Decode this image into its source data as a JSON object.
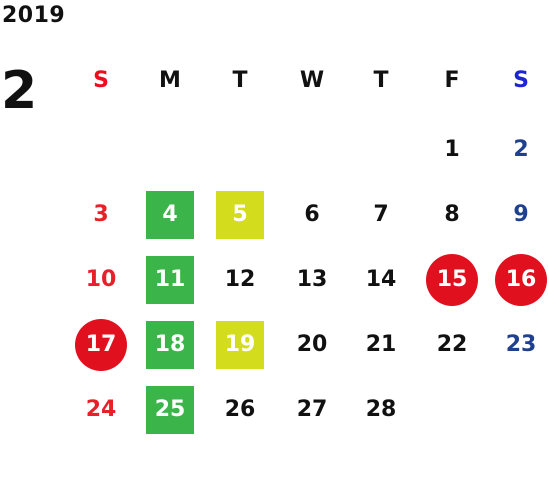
{
  "year": "2019",
  "month": "2",
  "weekdays": [
    {
      "label": "S",
      "color": "#e8101e"
    },
    {
      "label": "M",
      "color": "#111111"
    },
    {
      "label": "T",
      "color": "#111111"
    },
    {
      "label": "W",
      "color": "#111111"
    },
    {
      "label": "T",
      "color": "#111111"
    },
    {
      "label": "F",
      "color": "#111111"
    },
    {
      "label": "S",
      "color": "#1d24d6"
    }
  ],
  "colors": {
    "sunday_text": "#e8202a",
    "saturday_text": "#1f3f8f",
    "weekday_text": "#111111",
    "green_marker": "#3bb44a",
    "yellow_marker": "#d4dc1e",
    "red_marker": "#e0101e",
    "marker_text": "#ffffff"
  },
  "days": [
    {
      "day": "1",
      "week": 0,
      "weekday": 5,
      "mark": null
    },
    {
      "day": "2",
      "week": 0,
      "weekday": 6,
      "mark": null
    },
    {
      "day": "3",
      "week": 1,
      "weekday": 0,
      "mark": null
    },
    {
      "day": "4",
      "week": 1,
      "weekday": 1,
      "mark": "green"
    },
    {
      "day": "5",
      "week": 1,
      "weekday": 2,
      "mark": "yellow"
    },
    {
      "day": "6",
      "week": 1,
      "weekday": 3,
      "mark": null
    },
    {
      "day": "7",
      "week": 1,
      "weekday": 4,
      "mark": null
    },
    {
      "day": "8",
      "week": 1,
      "weekday": 5,
      "mark": null
    },
    {
      "day": "9",
      "week": 1,
      "weekday": 6,
      "mark": null
    },
    {
      "day": "10",
      "week": 2,
      "weekday": 0,
      "mark": null
    },
    {
      "day": "11",
      "week": 2,
      "weekday": 1,
      "mark": "green"
    },
    {
      "day": "12",
      "week": 2,
      "weekday": 2,
      "mark": null
    },
    {
      "day": "13",
      "week": 2,
      "weekday": 3,
      "mark": null
    },
    {
      "day": "14",
      "week": 2,
      "weekday": 4,
      "mark": null
    },
    {
      "day": "15",
      "week": 2,
      "weekday": 5,
      "mark": "red"
    },
    {
      "day": "16",
      "week": 2,
      "weekday": 6,
      "mark": "red"
    },
    {
      "day": "17",
      "week": 3,
      "weekday": 0,
      "mark": "red"
    },
    {
      "day": "18",
      "week": 3,
      "weekday": 1,
      "mark": "green"
    },
    {
      "day": "19",
      "week": 3,
      "weekday": 2,
      "mark": "yellow"
    },
    {
      "day": "20",
      "week": 3,
      "weekday": 3,
      "mark": null
    },
    {
      "day": "21",
      "week": 3,
      "weekday": 4,
      "mark": null
    },
    {
      "day": "22",
      "week": 3,
      "weekday": 5,
      "mark": null
    },
    {
      "day": "23",
      "week": 3,
      "weekday": 6,
      "mark": null
    },
    {
      "day": "24",
      "week": 4,
      "weekday": 0,
      "mark": null
    },
    {
      "day": "25",
      "week": 4,
      "weekday": 1,
      "mark": "green"
    },
    {
      "day": "26",
      "week": 4,
      "weekday": 2,
      "mark": null
    },
    {
      "day": "27",
      "week": 4,
      "weekday": 3,
      "mark": null
    },
    {
      "day": "28",
      "week": 4,
      "weekday": 4,
      "mark": null
    }
  ]
}
